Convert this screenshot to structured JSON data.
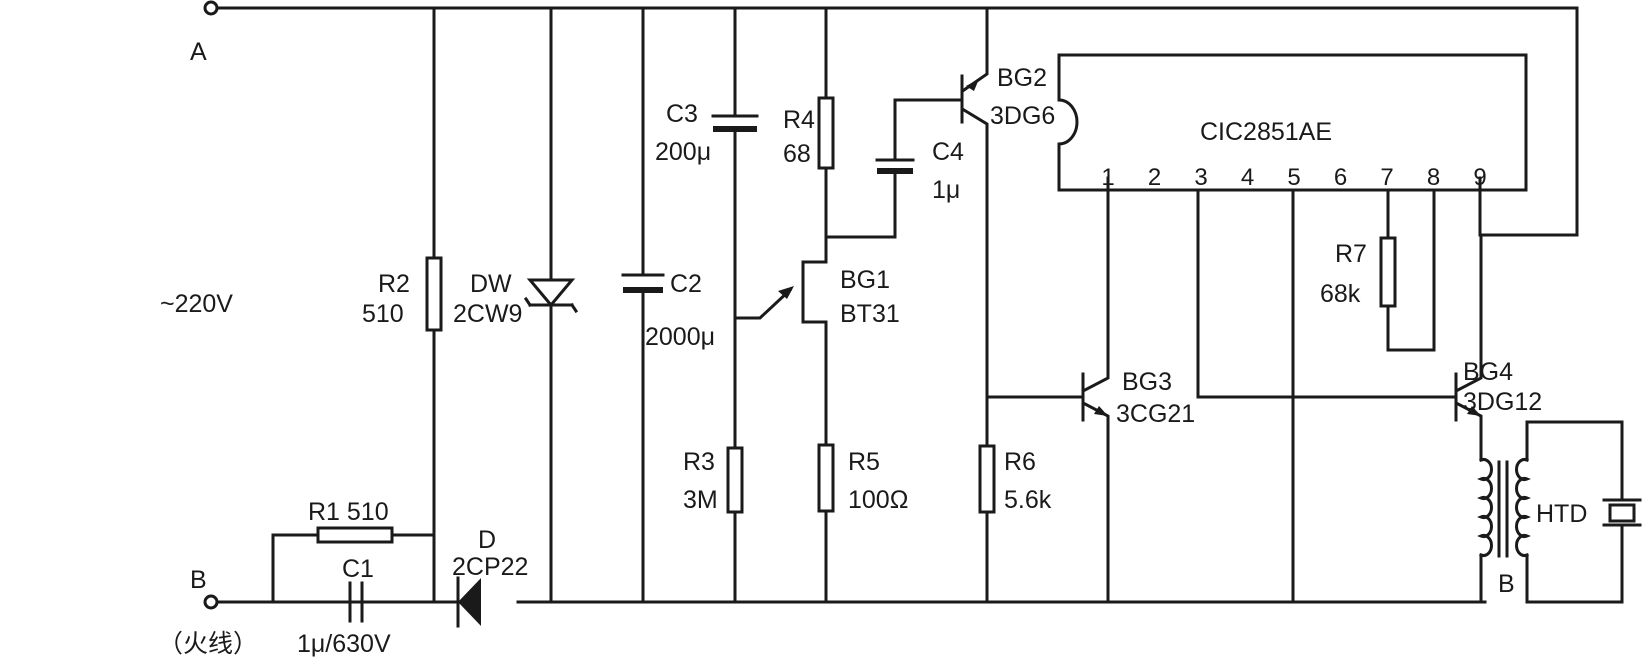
{
  "terminals": {
    "a": "A",
    "b": "B",
    "supply": "~220V",
    "live": "（火线）"
  },
  "components": {
    "r1": "R1 510",
    "c1_name": "C1",
    "c1_value": "1μ/630V",
    "d_name": "D",
    "d_value": "2CP22",
    "r2_name": "R2",
    "r2_value": "510",
    "dw_name": "DW",
    "dw_value": "2CW9",
    "c2_name": "C2",
    "c2_value": "2000μ",
    "c3_name": "C3",
    "c3_value": "200μ",
    "r3_name": "R3",
    "r3_value": "3M",
    "r4_name": "R4",
    "r4_value": "68",
    "r5_name": "R5",
    "r5_value": "100Ω",
    "bg1_name": "BG1",
    "bg1_value": "BT31",
    "c4_name": "C4",
    "c4_value": "1μ",
    "bg2_name": "BG2",
    "bg2_value": "3DG6",
    "r6_name": "R6",
    "r6_value": "5.6k",
    "bg3_name": "BG3",
    "bg3_value": "3CG21",
    "r7_name": "R7",
    "r7_value": "68k",
    "bg4_name": "BG4",
    "bg4_value": "3DG12",
    "transformer": "B",
    "htd": "HTD"
  },
  "ic": {
    "name": "CIC2851AE",
    "pins": [
      "1",
      "2",
      "3",
      "4",
      "5",
      "6",
      "7",
      "8",
      "9"
    ]
  }
}
